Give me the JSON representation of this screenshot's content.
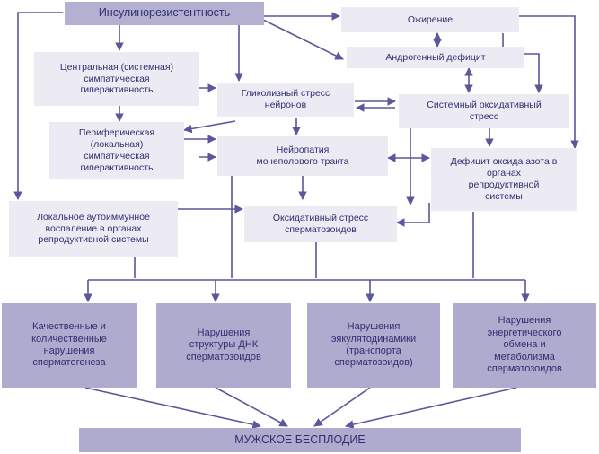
{
  "boxes": {
    "insulin_resistance": "Инсулинорезистентность",
    "obesity": "Ожирение",
    "androgen_deficit": "Андрогенный дефицит",
    "central_sympathetic": "Центральная (системная)\nсимпатическая\nгиперактивность",
    "glycolytic_stress": "Гликолизный стресс\nнейронов",
    "systemic_oxidative": "Системный оксидативный\nстресс",
    "peripheral_sympathetic": "Периферическая\n(локальная)\nсимпатическая\nгиперактивность",
    "neuropathy": "Нейропатия\nмочеполового тракта",
    "no_deficit": "Дефицит оксида азота в\nорганах\nрепродуктивной\nсистемы",
    "autoimmune": "Локальное аутоиммунное\nвоспаление в органах\nрепродуктивной системы",
    "sperm_oxidative": "Оксидативный стресс\nсперматозоидов",
    "spermatogenesis": "Качественные и\nколичественные\nнарушения\nсперматогенеза",
    "dna_structure": "Нарушения\nструктуры ДНК\nсперматозоидов",
    "ejaculation": "Нарушения\nэякулятодинамики\n(транспорта\nсперматозоидов)",
    "energy_metabolism": "Нарушения\nэнергетического\nобмена и\nметаболизма\nсперматозоидов",
    "male_infertility": "МУЖСКОЕ БЕСПЛОДИЕ"
  },
  "colors": {
    "line": "#5a579a",
    "box_light": "#ecebf4",
    "box_dark": "#aeabcf",
    "text": "#2f2f6e"
  }
}
